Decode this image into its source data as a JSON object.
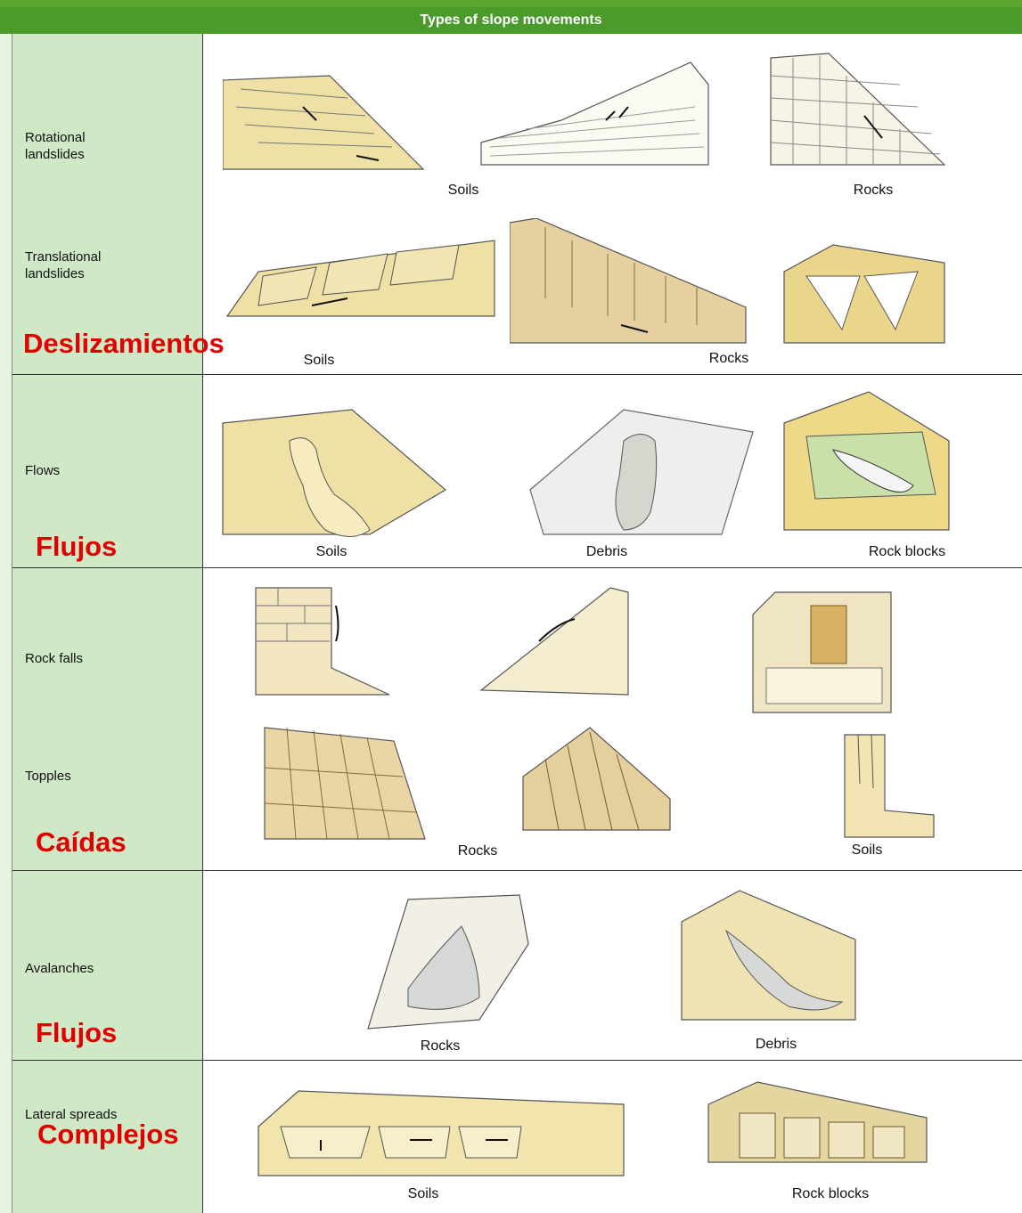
{
  "title": "Types of slope movements",
  "rows": [
    {
      "label": "Rotational\nlandslides",
      "cells": [
        "Soils",
        "Rocks"
      ]
    },
    {
      "label": "Translational\nlandslides",
      "cells": [
        "Soils",
        "Rocks"
      ]
    },
    {
      "label": "Flows",
      "cells": [
        "Soils",
        "Debris",
        "Rock blocks"
      ]
    },
    {
      "label": "Rock falls",
      "cells": []
    },
    {
      "label": "Topples",
      "cells": [
        "Rocks",
        "Soils"
      ]
    },
    {
      "label": "Avalanches",
      "cells": [
        "Rocks",
        "Debris"
      ]
    },
    {
      "label": "Lateral spreads",
      "cells": [
        "Soils",
        "Rock blocks"
      ]
    }
  ],
  "spanish_labels": {
    "deslizamientos": "Deslizamientos",
    "flujos_1": "Flujos",
    "caidas": "Caídas",
    "flujos_2": "Flujos",
    "complejos": "Complejos"
  },
  "colors": {
    "header_green": "#4a9a2c",
    "left_column": "#cfe8c6",
    "annotation_red": "#e00000",
    "sketch_sand": "#efe1a6"
  },
  "icons": [
    "landslide-sketch-icon",
    "rock-blocks-sketch-icon",
    "flow-sketch-icon",
    "rockfall-sketch-icon",
    "topple-sketch-icon",
    "avalanche-sketch-icon",
    "spread-sketch-icon"
  ]
}
